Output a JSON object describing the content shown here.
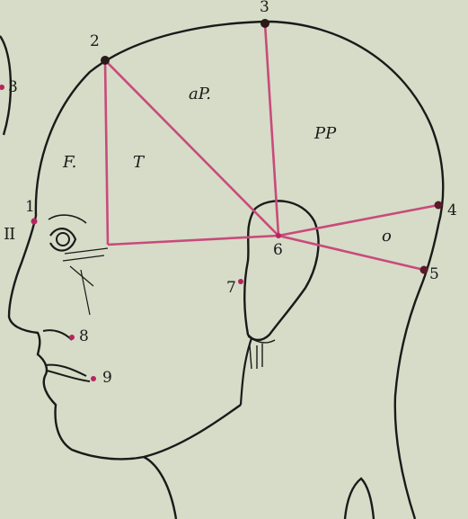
{
  "colors": {
    "paper": "#d6dcc7",
    "ink": "#1a1a1a",
    "measure_line": "#c94a7c",
    "point": "#b8245e"
  },
  "landmarks": {
    "p1": "1",
    "p2": "2",
    "p3": "3",
    "p4": "4",
    "p5": "5",
    "p6": "6",
    "p7": "7",
    "p8": "8",
    "p9": "9",
    "edge3": "3"
  },
  "regions": {
    "frontal": "F.",
    "temporal": "T",
    "parietal_anterior": "aP.",
    "parietal_posterior": "PP",
    "occipital": "o"
  },
  "roman_marker": "II"
}
